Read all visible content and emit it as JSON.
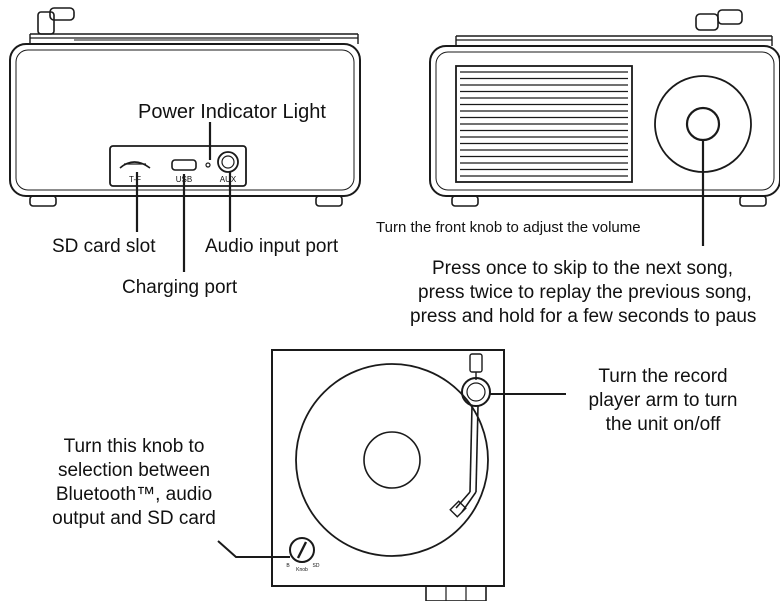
{
  "back_view": {
    "port_labels": {
      "tf": "T-F",
      "usb": "USB",
      "aux": "AUX"
    },
    "callouts": {
      "power_indicator": "Power Indicator Light",
      "sd_card_slot": "SD card slot",
      "audio_input": "Audio input port",
      "charging_port": "Charging port"
    }
  },
  "front_view": {
    "callouts": {
      "volume": "Turn the front knob to adjust the volume",
      "skip_lines": [
        "Press once to skip to the next song,",
        "press twice to replay the previous song,",
        "press and hold for a few seconds to paus"
      ]
    }
  },
  "top_view": {
    "callouts": {
      "arm_lines": [
        "Turn the record",
        "player arm to turn",
        "the unit on/off"
      ],
      "mode_knob_lines": [
        "Turn this knob to",
        "selection between",
        "Bluetooth™, audio",
        "output and SD card"
      ]
    },
    "knob_labels": {
      "left": "B",
      "center": "Knob",
      "right": "SD"
    }
  },
  "colors": {
    "line": "#1a1a1a",
    "background": "#ffffff"
  }
}
